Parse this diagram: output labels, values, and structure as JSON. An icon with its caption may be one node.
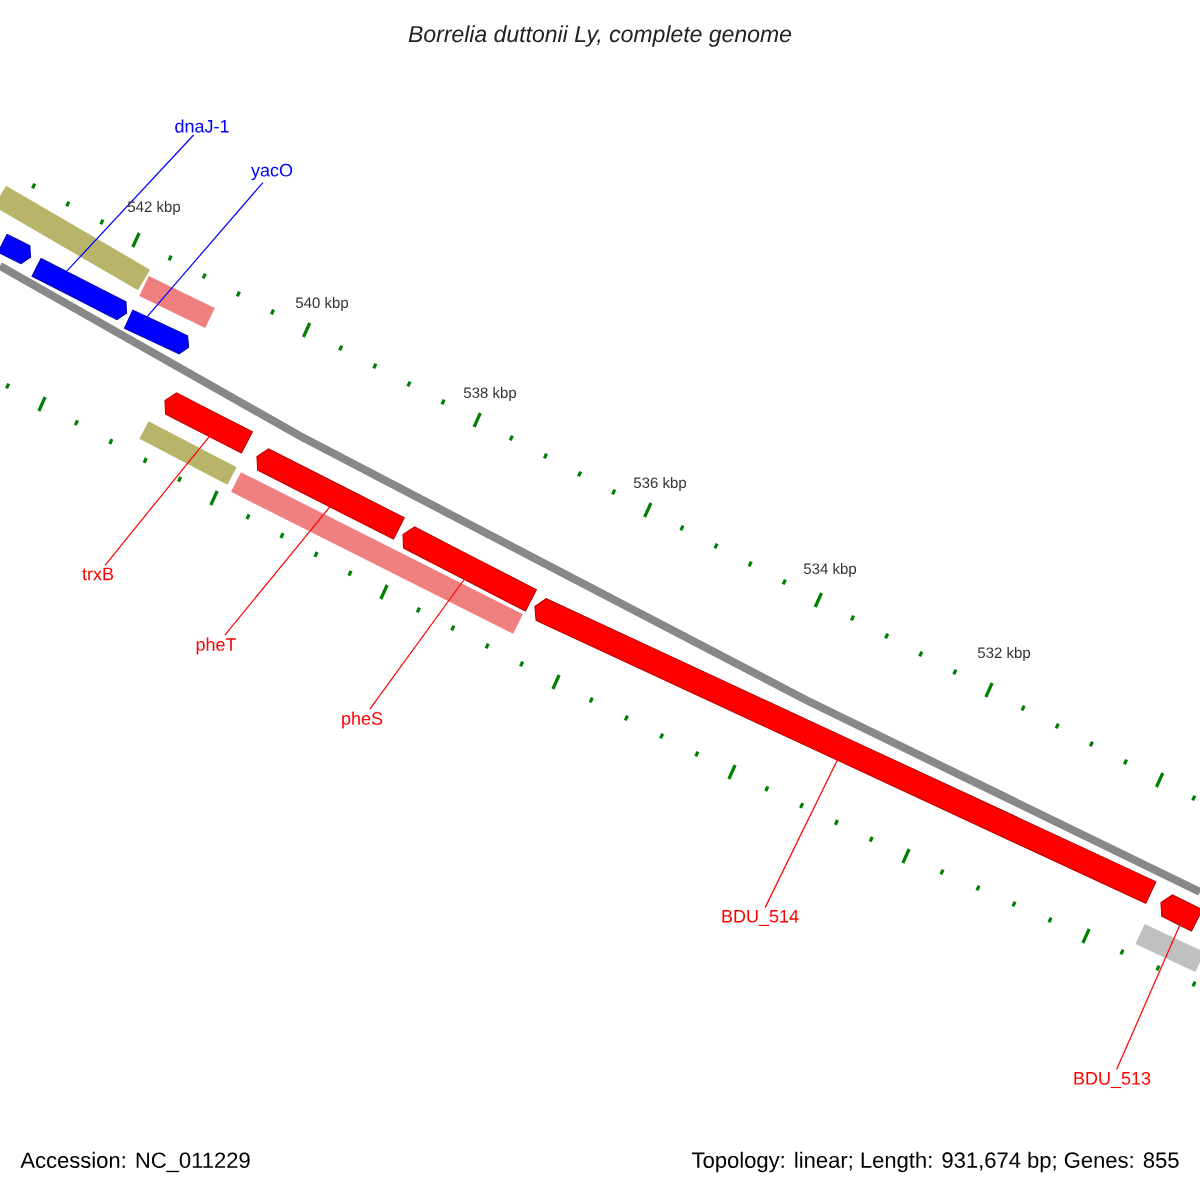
{
  "diagram": {
    "title": "Borrelia duttonii Ly, complete genome",
    "nodes": [
      {
        "text": [
          "dnaJ-1"
        ]
      },
      {
        "text": [
          "yacO"
        ]
      },
      {
        "text": [],
        "shape": "bar"
      },
      {
        "text": [],
        "shape": "bar"
      },
      {
        "text": [],
        "shape": "bar"
      },
      {
        "text": [],
        "shape": "bar"
      },
      {
        "text": [],
        "shape": "bar"
      },
      {
        "text": [],
        "shape": "bar"
      },
      {
        "text": [
          "trxB"
        ]
      },
      {
        "text": [
          "pheT"
        ]
      },
      {
        "text": [
          "pheS"
        ]
      },
      {
        "text": [],
        "shape": "bar"
      },
      {
        "text": [],
        "shape": "bar"
      },
      {
        "text": [
          "BDU_514"
        ]
      },
      {
        "text": [
          "BDU_513"
        ]
      }
    ],
    "edges": [
      {
        "from": 0,
        "to": 3,
        "arrow": "none",
        "color": "#0000ff"
      },
      {
        "from": 1,
        "to": 4,
        "arrow": "none",
        "color": "#0000ff"
      },
      {
        "from": 8,
        "to": 5,
        "arrow": "none"
      },
      {
        "from": 9,
        "to": 6,
        "arrow": "none"
      },
      {
        "from": 10,
        "to": 7,
        "arrow": "none"
      },
      {
        "from": 13,
        "to": 11,
        "arrow": "none"
      },
      {
        "from": 14,
        "to": 12,
        "arrow": "none"
      }
    ],
    "labels": [
      "542 kbp",
      "540 kbp",
      "538 kbp",
      "536 kbp",
      "534 kbp",
      "532 kbp",
      "Accession: NC_011229",
      "Topology: linear; Length: 931,674 bp; Genes: 855"
    ]
  }
}
